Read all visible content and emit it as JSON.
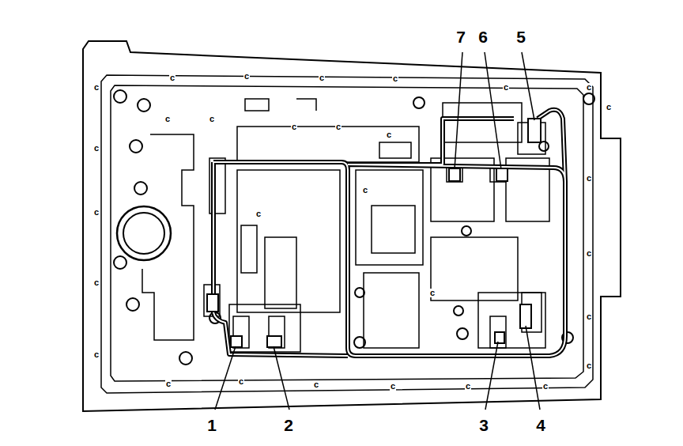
{
  "diagram": {
    "labels": [
      "7",
      "6",
      "5",
      "1",
      "2",
      "3",
      "4",
      "c",
      "c",
      "c",
      "c",
      "c",
      "c",
      "c",
      "c",
      "c",
      "c",
      "c",
      "c",
      "c",
      "c",
      "c",
      "c",
      "c",
      "c",
      "c",
      "c",
      "c",
      "c",
      "c",
      "c",
      "c",
      "c",
      "c",
      "c",
      "c",
      "c"
    ]
  }
}
